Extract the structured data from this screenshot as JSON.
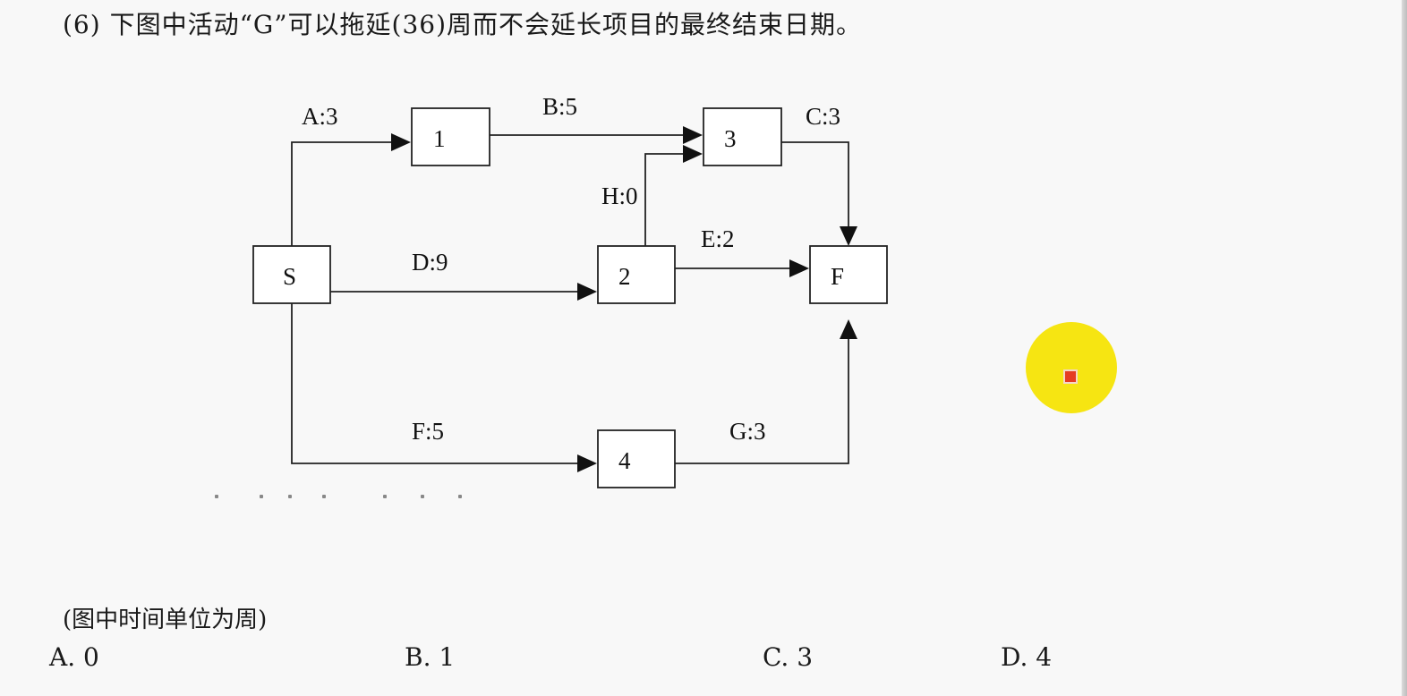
{
  "question": {
    "text": "(6) 下图中活动“G”可以拖延(36)周而不会延长项目的最终结束日期。"
  },
  "diagram": {
    "nodes": [
      {
        "id": "S",
        "label": "S"
      },
      {
        "id": "1",
        "label": "1"
      },
      {
        "id": "2",
        "label": "2"
      },
      {
        "id": "3",
        "label": "3"
      },
      {
        "id": "4",
        "label": "4"
      },
      {
        "id": "F",
        "label": "F"
      }
    ],
    "edges": [
      {
        "from": "S",
        "to": "1",
        "label": "A:3"
      },
      {
        "from": "1",
        "to": "3",
        "label": "B:5"
      },
      {
        "from": "3",
        "to": "F",
        "label": "C:3"
      },
      {
        "from": "S",
        "to": "2",
        "label": "D:9"
      },
      {
        "from": "2",
        "to": "F",
        "label": "E:2"
      },
      {
        "from": "2",
        "to": "3",
        "label": "H:0"
      },
      {
        "from": "S",
        "to": "4",
        "label": "F:5"
      },
      {
        "from": "4",
        "to": "F",
        "label": "G:3"
      }
    ]
  },
  "unit_note": "(图中时间单位为周)",
  "options": [
    {
      "letter": "A",
      "text": "A. 0"
    },
    {
      "letter": "B",
      "text": "B. 1"
    },
    {
      "letter": "C",
      "text": "C. 3"
    },
    {
      "letter": "D",
      "text": "D. 4"
    }
  ],
  "colors": {
    "cursor_halo": "#f6e512",
    "cursor_dot": "#e53b22"
  }
}
